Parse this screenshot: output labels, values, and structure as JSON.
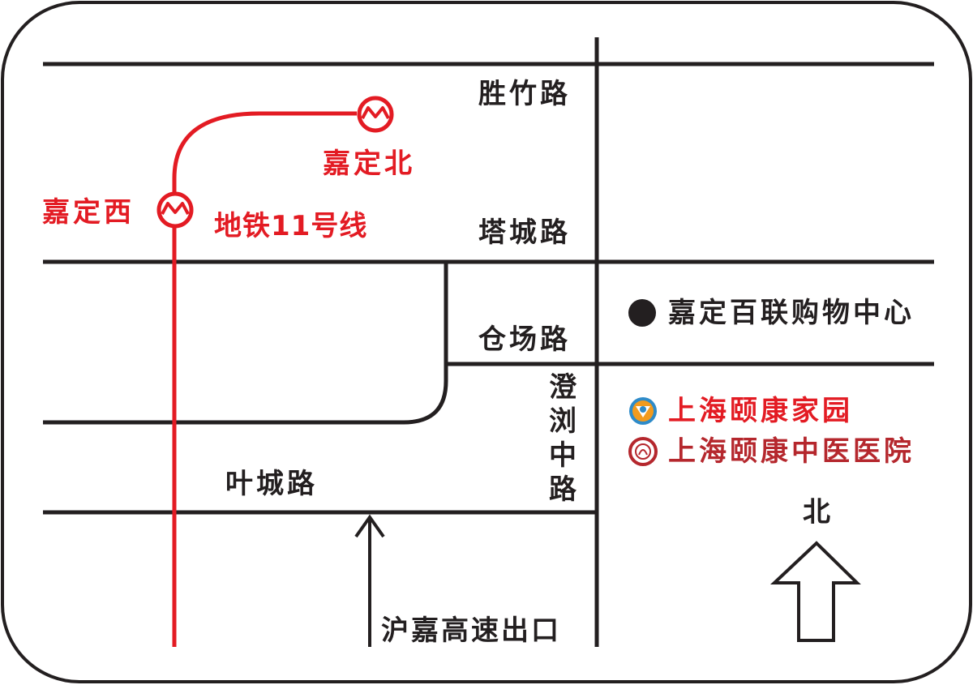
{
  "roads": {
    "shengzhu": "胜竹路",
    "tacheng": "塔城路",
    "cangchang": "仓场路",
    "yecheng": "叶城路",
    "chengliu_chars": [
      "澄",
      "浏",
      "中",
      "路"
    ]
  },
  "metro": {
    "line_name": "地铁11号线",
    "station_north": "嘉定北",
    "station_west": "嘉定西",
    "color": "#e31b23"
  },
  "landmarks": {
    "mall": "嘉定百联购物中心",
    "yikang_home": "上海颐康家园",
    "yikang_hospital": "上海颐康中医医院",
    "home_color": "#e31b23",
    "hospital_color": "#b5272d"
  },
  "expressway_exit": "沪嘉高速出口",
  "compass": {
    "north": "北"
  },
  "colors": {
    "road": "#231f20",
    "frame": "#231f20",
    "background": "#ffffff"
  }
}
